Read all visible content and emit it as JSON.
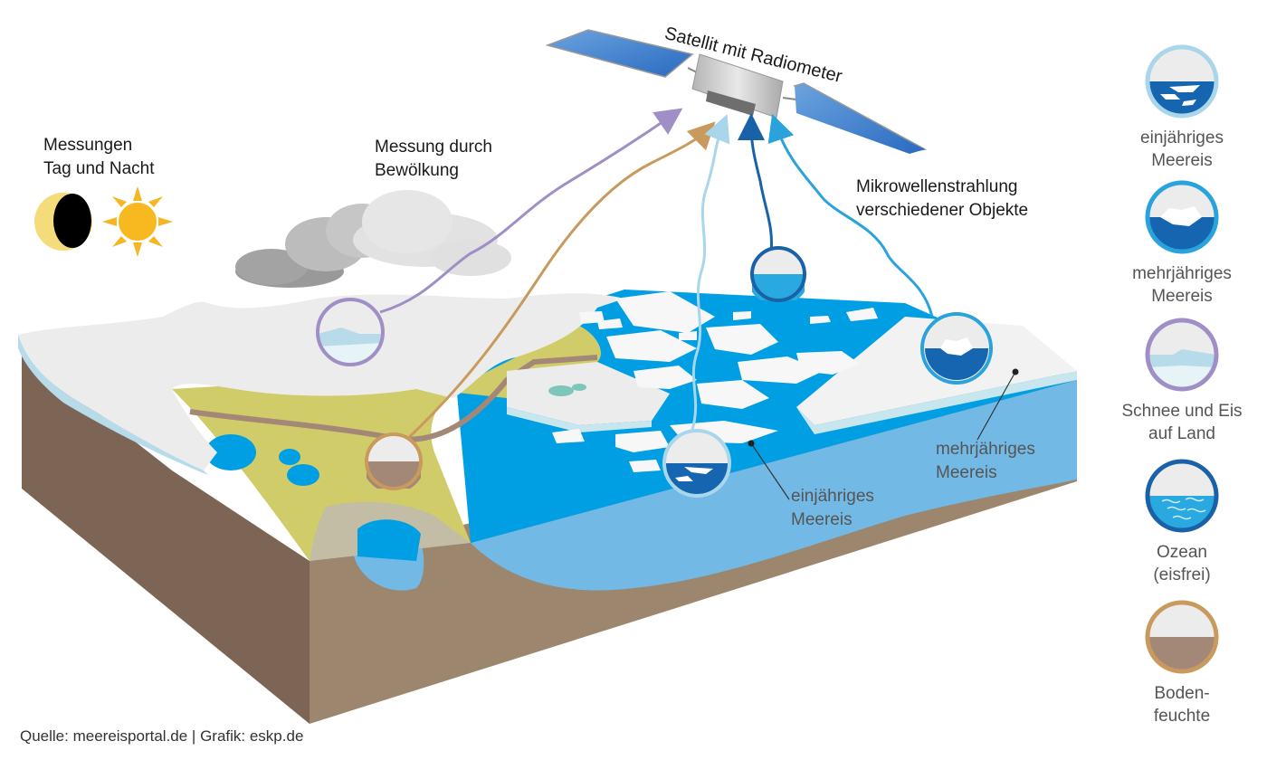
{
  "title": "Satellit mit Radiometer",
  "annotations": {
    "day_night": [
      "Messungen",
      "Tag und Nacht"
    ],
    "clouds": [
      "Messung durch",
      "Bewölkung"
    ],
    "microwave": [
      "Mikrowellenstrahlung",
      "verschiedener Objekte"
    ],
    "first_year_ice": [
      "einjähriges",
      "Meereis"
    ],
    "multi_year_ice": [
      "mehrjähriges",
      "Meereis"
    ]
  },
  "legend": [
    {
      "key": "first-year-ice",
      "lines": [
        "einjähriges",
        "Meereis"
      ],
      "ring_color": "#a9d6ea",
      "fill_color": "#1565b0"
    },
    {
      "key": "multi-year-ice",
      "lines": [
        "mehrjähriges",
        "Meereis"
      ],
      "ring_color": "#2aa3dc",
      "fill_color": "#1565b0"
    },
    {
      "key": "snow-ice-land",
      "lines": [
        "Schnee und Eis",
        "auf Land"
      ],
      "ring_color": "#a08fc6",
      "fill_color": "#b8dbea"
    },
    {
      "key": "ocean-ice-free",
      "lines": [
        "Ozean",
        "(eisfrei)"
      ],
      "ring_color": "#1a62a8",
      "fill_color": "#2aa8e0"
    },
    {
      "key": "soil-moisture",
      "lines": [
        "Boden-",
        "feuchte"
      ],
      "ring_color": "#c99a5e",
      "fill_color": "#a38878"
    }
  ],
  "arrows": [
    {
      "key": "snow-ice-land",
      "color": "#a08fc6"
    },
    {
      "key": "soil-moisture",
      "color": "#c99a5e"
    },
    {
      "key": "first-year-ice",
      "color": "#a9d6ea"
    },
    {
      "key": "ocean-ice-free",
      "color": "#1a62a8"
    },
    {
      "key": "multi-year-ice",
      "color": "#2aa3dc"
    }
  ],
  "colors": {
    "ocean": "#009fe3",
    "ocean_side": "#72b9e6",
    "soil_side": "#9c866d",
    "soil_side_dark": "#7c6555",
    "snow": "#ececec",
    "tundra": "#d0cc6a",
    "sand": "#c4bda6"
  },
  "source": "Quelle: meereisportal.de | Grafik: eskp.de"
}
